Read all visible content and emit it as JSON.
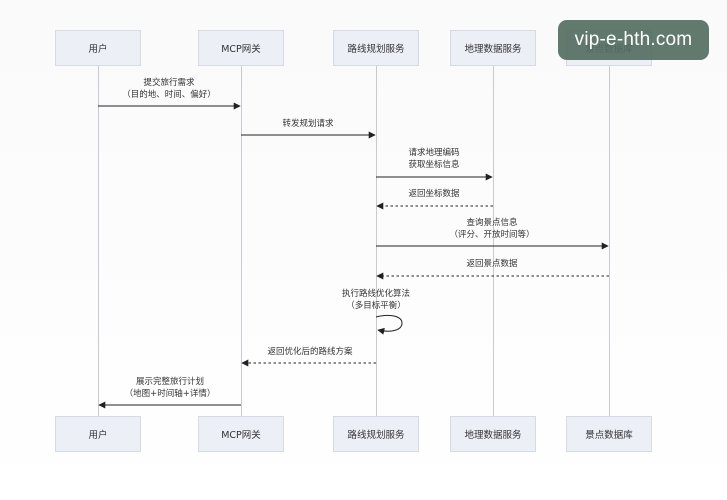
{
  "participants": [
    {
      "id": "user",
      "label": "用户"
    },
    {
      "id": "gateway",
      "label": "MCP网关"
    },
    {
      "id": "route",
      "label": "路线规划服务"
    },
    {
      "id": "geo",
      "label": "地理数据服务"
    },
    {
      "id": "poi",
      "label": "景点数据库"
    }
  ],
  "messages": [
    {
      "from": "user",
      "to": "gateway",
      "style": "solid",
      "lines": [
        "提交旅行需求",
        "（目的地、时间、偏好）"
      ]
    },
    {
      "from": "gateway",
      "to": "route",
      "style": "solid",
      "lines": [
        "转发规划请求"
      ]
    },
    {
      "from": "route",
      "to": "geo",
      "style": "solid",
      "lines": [
        "请求地理编码",
        "获取坐标信息"
      ]
    },
    {
      "from": "geo",
      "to": "route",
      "style": "dashed",
      "lines": [
        "返回坐标数据"
      ]
    },
    {
      "from": "route",
      "to": "poi",
      "style": "solid",
      "lines": [
        "查询景点信息",
        "（评分、开放时间等）"
      ]
    },
    {
      "from": "poi",
      "to": "route",
      "style": "dashed",
      "lines": [
        "返回景点数据"
      ]
    },
    {
      "from": "route",
      "to": "route",
      "style": "self",
      "lines": [
        "执行路线优化算法",
        "（多目标平衡）"
      ]
    },
    {
      "from": "route",
      "to": "gateway",
      "style": "dashed",
      "lines": [
        "返回优化后的路线方案"
      ]
    },
    {
      "from": "gateway",
      "to": "user",
      "style": "solid",
      "lines": [
        "展示完整旅行计划",
        "（地图+时间轴+详情）"
      ]
    }
  ],
  "watermark": "vip-e-hth.com",
  "colors": {
    "line": "#222222",
    "lifeline": "#c7cad2",
    "box_fill": "#eceff6",
    "box_border": "#d6dae4",
    "watermark_bg": "#556e62"
  }
}
